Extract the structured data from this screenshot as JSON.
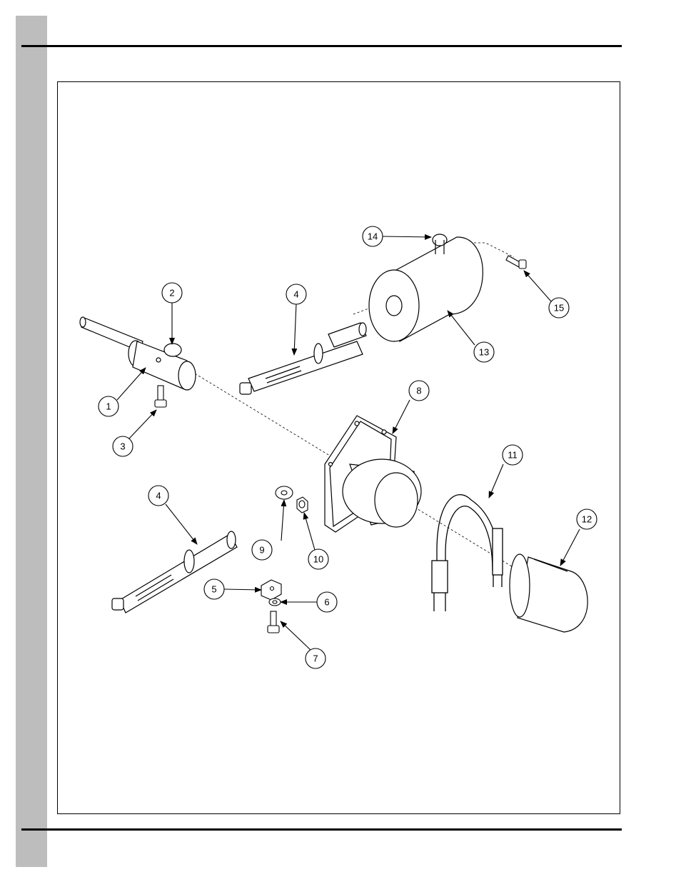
{
  "diagram": {
    "colors": {
      "line": "#000000",
      "tab": "#bdbdbd",
      "fill": "#ffffff"
    },
    "callouts": [
      {
        "id": "c1",
        "label": "1"
      },
      {
        "id": "c2",
        "label": "2"
      },
      {
        "id": "c3",
        "label": "3"
      },
      {
        "id": "c4a",
        "label": "4"
      },
      {
        "id": "c4b",
        "label": "4"
      },
      {
        "id": "c5",
        "label": "5"
      },
      {
        "id": "c6",
        "label": "6"
      },
      {
        "id": "c7",
        "label": "7"
      },
      {
        "id": "c8",
        "label": "8"
      },
      {
        "id": "c9",
        "label": "9"
      },
      {
        "id": "c10",
        "label": "10"
      },
      {
        "id": "c11",
        "label": "11"
      },
      {
        "id": "c12",
        "label": "12"
      },
      {
        "id": "c13",
        "label": "13"
      },
      {
        "id": "c14",
        "label": "14"
      },
      {
        "id": "c15",
        "label": "15"
      }
    ]
  }
}
